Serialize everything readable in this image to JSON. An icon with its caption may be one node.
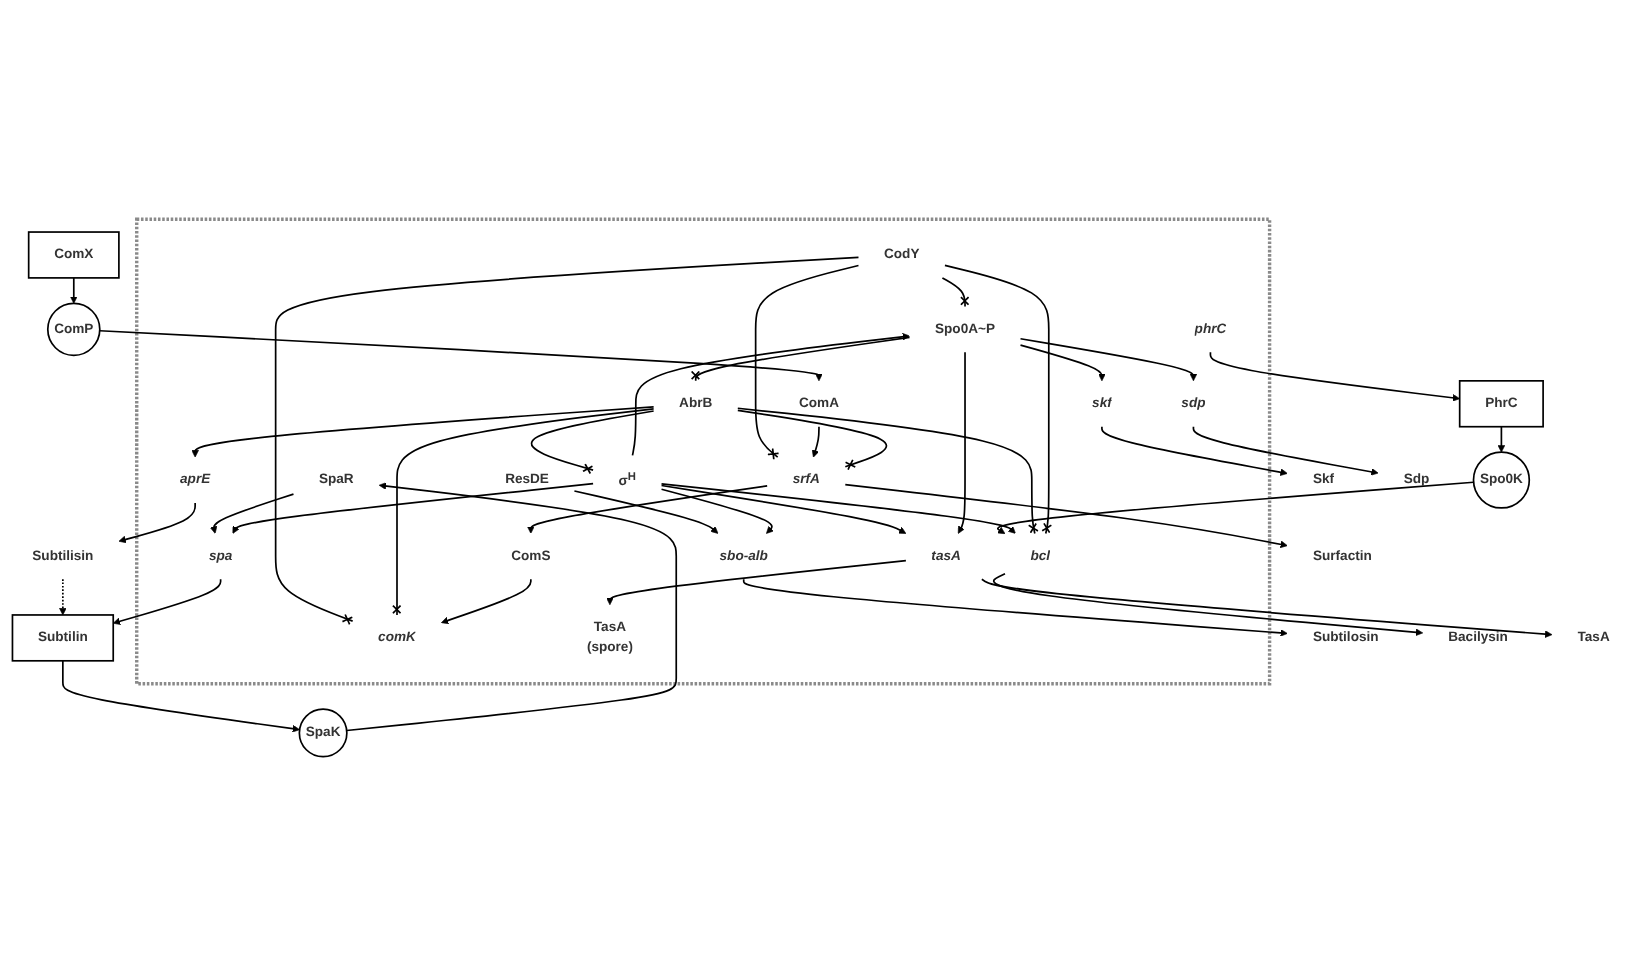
{
  "diagram": {
    "nodes": [
      {
        "text": [],
        "shape": "box"
      },
      {
        "text": [
          "Subtilin"
        ]
      },
      {
        "text": [
          "PhrC"
        ]
      },
      {
        "text": [
          "ComX"
        ]
      },
      {
        "text": [
          "Subtilisin"
        ]
      },
      {
        "text": [
          "Subtilosin"
        ]
      },
      {
        "text": [
          "Bacilysin"
        ]
      },
      {
        "text": [
          "SpaK"
        ]
      },
      {
        "text": [
          "Spo0K"
        ]
      },
      {
        "text": [
          "ComP"
        ]
      },
      {
        "text": [
          "SpaR"
        ],
        "in": 0
      },
      {
        "text": [
          "sbo-alb"
        ],
        "in": 0
      },
      {
        "text": [
          "phrC"
        ],
        "in": 0
      },
      {
        "text": [
          "bcl"
        ],
        "in": 0
      },
      {
        "text": [
          "ResDE"
        ],
        "in": 0
      },
      {
        "text": [
          "CodY"
        ],
        "in": 0
      },
      {
        "text": [
          "ComA"
        ],
        "in": 0
      },
      {
        "text": [
          "aprE"
        ],
        "in": 0
      },
      {
        "text": [
          "spa"
        ],
        "in": 0
      },
      {
        "text": [
          "σ$^{H}$"
        ],
        "in": 0
      },
      {
        "text": [
          "AbrB"
        ],
        "in": 0
      },
      {
        "text": [
          "srfA"
        ],
        "in": 0
      },
      {
        "text": [
          "Surfactin"
        ]
      },
      {
        "text": [
          "comK"
        ],
        "in": 0
      },
      {
        "text": [
          "ComS"
        ],
        "in": 0
      },
      {
        "text": [
          "TasA",
          "(spore)"
        ],
        "in": 0
      },
      {
        "text": [
          "tasA"
        ],
        "in": 0
      },
      {
        "text": [
          "Spo0A~P"
        ],
        "in": 0
      },
      {
        "text": [
          "skf"
        ],
        "in": 0
      },
      {
        "text": [
          "sdp"
        ],
        "in": 0
      },
      {
        "text": [
          "Skf"
        ]
      },
      {
        "text": [
          "Sdp"
        ]
      },
      {
        "text": [
          "TasA"
        ]
      }
    ],
    "edges": [
      {
        "from": 4,
        "to": 1,
        "arrow": "to",
        "style": "dashed"
      },
      {
        "from": 17,
        "to": 4,
        "arrow": "to"
      },
      {
        "from": 18,
        "to": 1,
        "arrow": "to"
      },
      {
        "from": 1,
        "to": 7,
        "arrow": "to"
      },
      {
        "from": 7,
        "to": 10,
        "arrow": "to"
      },
      {
        "from": 10,
        "to": 18,
        "arrow": "to"
      },
      {
        "from": 11,
        "to": 5,
        "arrow": "to"
      },
      {
        "from": 14,
        "to": 11,
        "arrow": "to"
      },
      {
        "from": 19,
        "to": 11,
        "arrow": "to"
      },
      {
        "from": 12,
        "to": 2,
        "arrow": "to"
      },
      {
        "from": 2,
        "to": 8,
        "arrow": "to"
      },
      {
        "from": 8,
        "to": 13,
        "arrow": "to"
      },
      {
        "from": 13,
        "to": 6,
        "arrow": "to"
      },
      {
        "from": 19,
        "to": 13,
        "arrow": "to"
      },
      {
        "from": 20,
        "to": 13,
        "arrow": "other"
      },
      {
        "from": 15,
        "to": 13,
        "arrow": "other"
      },
      {
        "from": 15,
        "to": 21,
        "arrow": "other"
      },
      {
        "from": 15,
        "to": 23,
        "arrow": "other"
      },
      {
        "from": 15,
        "to": 27,
        "arrow": "other"
      },
      {
        "from": 3,
        "to": 9,
        "arrow": "to"
      },
      {
        "from": 9,
        "to": 16,
        "arrow": "to"
      },
      {
        "from": 16,
        "to": 21,
        "arrow": "to"
      },
      {
        "from": 19,
        "to": 18,
        "arrow": "to"
      },
      {
        "from": 20,
        "to": 19,
        "arrow": "other"
      },
      {
        "from": 20,
        "to": 21,
        "arrow": "other"
      },
      {
        "from": 20,
        "to": 17,
        "arrow": "to"
      },
      {
        "from": 20,
        "to": 23,
        "arrow": "other"
      },
      {
        "from": 21,
        "to": 22,
        "arrow": "to"
      },
      {
        "from": 21,
        "to": 24,
        "arrow": "to"
      },
      {
        "from": 24,
        "to": 23,
        "arrow": "to"
      },
      {
        "from": 19,
        "to": 26,
        "arrow": "to"
      },
      {
        "from": 19,
        "to": 27,
        "arrow": "to"
      },
      {
        "from": 27,
        "to": 20,
        "arrow": "other"
      },
      {
        "from": 27,
        "to": 26,
        "arrow": "to"
      },
      {
        "from": 26,
        "to": 25,
        "arrow": "to"
      },
      {
        "from": 26,
        "to": 32,
        "arrow": "to"
      },
      {
        "from": 27,
        "to": 28,
        "arrow": "to"
      },
      {
        "from": 27,
        "to": 29,
        "arrow": "to"
      },
      {
        "from": 28,
        "to": 30,
        "arrow": "to"
      },
      {
        "from": 29,
        "to": 31,
        "arrow": "to"
      }
    ]
  }
}
